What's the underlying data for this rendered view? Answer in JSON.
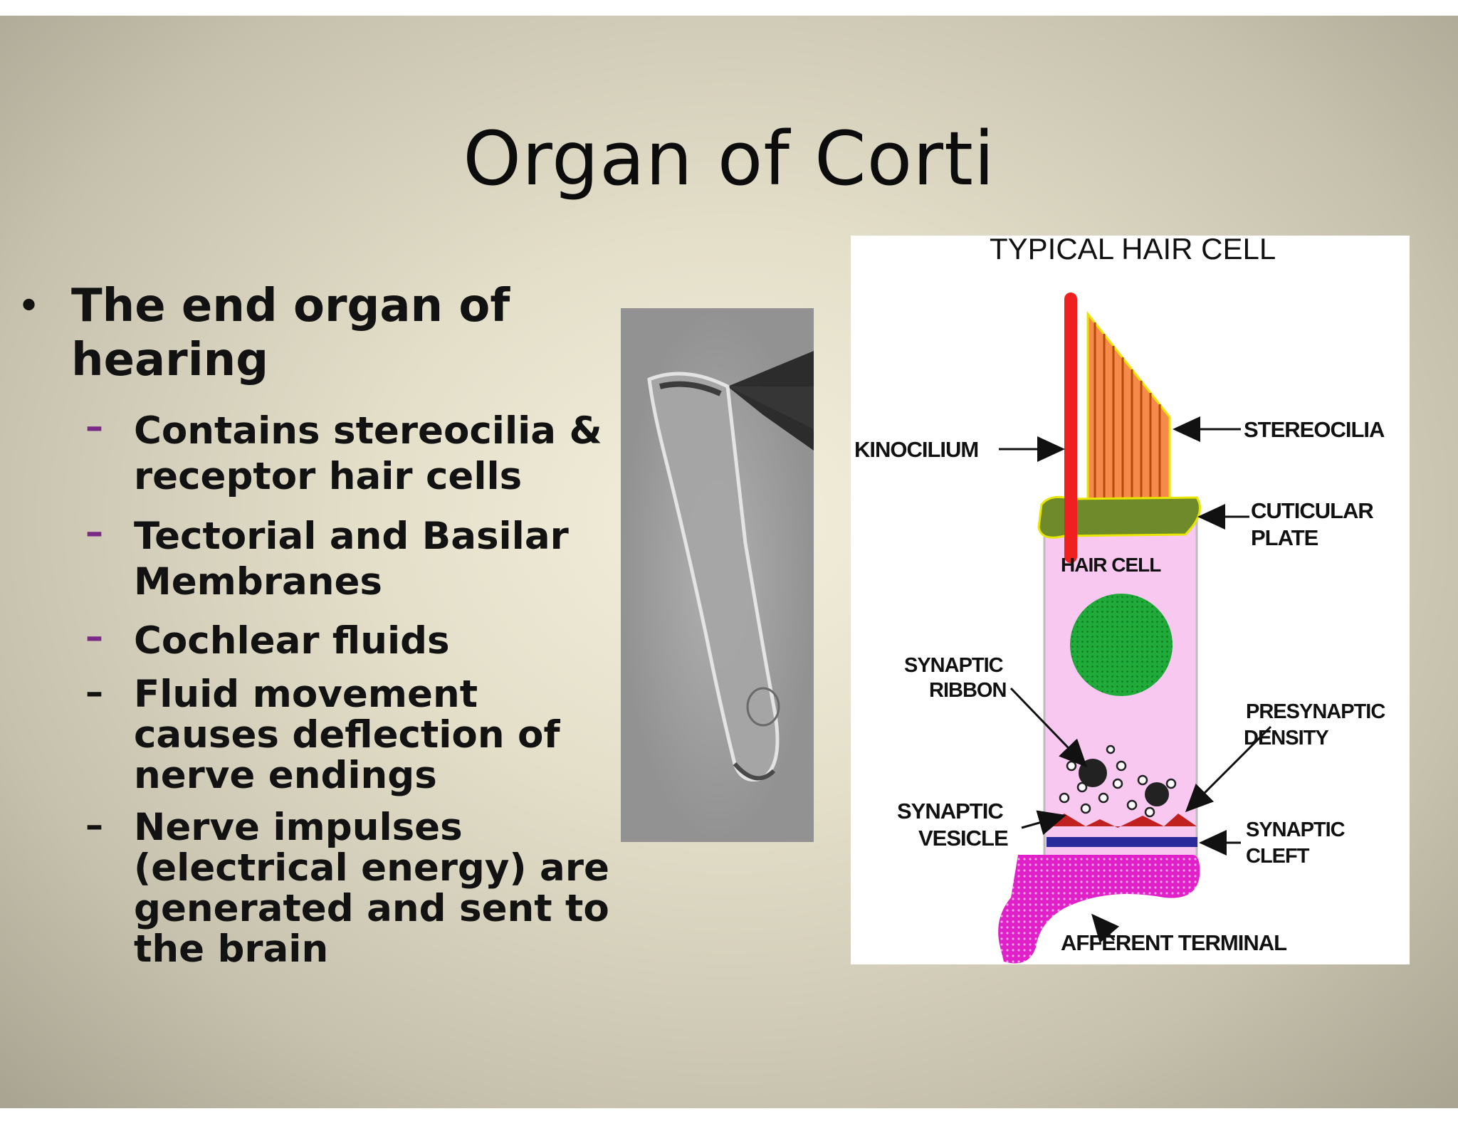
{
  "slide": {
    "title": "Organ of Corti",
    "main_bullet": {
      "marker": "•",
      "text": "The end organ of hearing"
    },
    "sub_bullets": [
      {
        "marker": "–",
        "text": "Contains stereocilia & receptor hair cells"
      },
      {
        "marker": "–",
        "text": "Tectorial and Basilar Membranes"
      },
      {
        "marker": "–",
        "text": "Cochlear fluids"
      },
      {
        "marker": "–",
        "text": "Fluid movement causes deflection of nerve endings"
      },
      {
        "marker": "–",
        "text": "Nerve impulses (electrical energy) are generated and sent to the brain"
      }
    ]
  },
  "diagram": {
    "title": "TYPICAL HAIR CELL",
    "labels": {
      "kinocilium": "KINOCILIUM",
      "stereocilia": "STEREOCILIA",
      "cuticular_plate_1": "CUTICULAR",
      "cuticular_plate_2": "PLATE",
      "hair_cell": "HAIR CELL",
      "synaptic_ribbon_1": "SYNAPTIC",
      "synaptic_ribbon_2": "RIBBON",
      "presynaptic_density_1": "PRESYNAPTIC",
      "presynaptic_density_2": "DENSITY",
      "synaptic_vesicle_1": "SYNAPTIC",
      "synaptic_vesicle_2": "VESICLE",
      "synaptic_cleft_1": "SYNAPTIC",
      "synaptic_cleft_2": "CLEFT",
      "afferent_terminal": "AFFERENT TERMINAL"
    }
  },
  "colors": {
    "sub_dash_purple": "#7a2a86",
    "kinocilium": "#ee2020",
    "stereocilia": "#f58a4a",
    "cuticular_plate": "#6e8a2a",
    "hair_cell_body": "#f8c8f0",
    "nucleus": "#1faa3a",
    "afferent_terminal": "#e020c8"
  }
}
